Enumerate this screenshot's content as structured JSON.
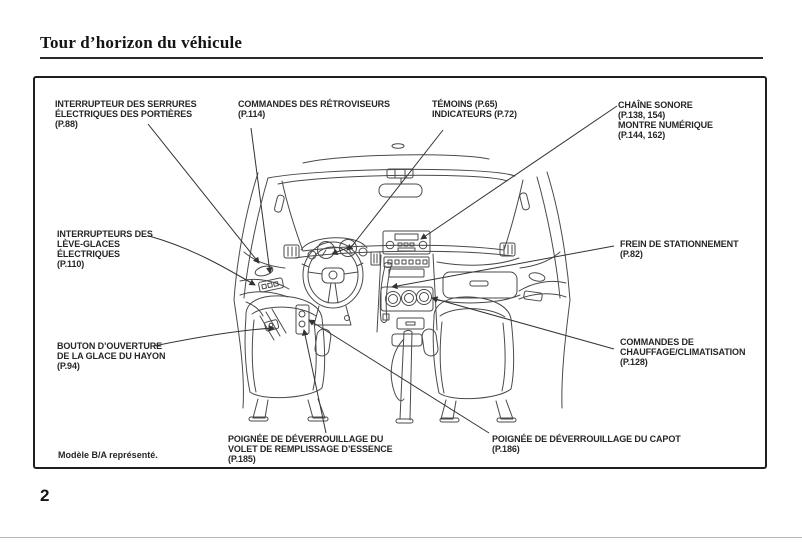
{
  "page": {
    "title": "Tour d’horizon du véhicule",
    "page_number": "2",
    "model_note": "Modèle B/A représenté.",
    "colors": {
      "ink": "#1f1f1f",
      "line_art": "#4a4a4a",
      "leader": "#333333",
      "background": "#ffffff"
    }
  },
  "diagram": {
    "name": "vehicle-interior-front-cabin-line-drawing"
  },
  "callouts": {
    "door_locks": {
      "lines": [
        "INTERRUPTEUR DES SERRURES",
        "ÉLECTRIQUES DES PORTIÈRES",
        "(P.88)"
      ]
    },
    "mirrors": {
      "lines": [
        "COMMANDES DES RÉTROVISEURS",
        "(P.114)"
      ]
    },
    "indicators": {
      "lines": [
        "TÉMOINS (P.65)",
        "INDICATEURS (P.72)"
      ]
    },
    "audio": {
      "lines": [
        "CHAÎNE SONORE",
        "(P.138, 154)",
        "MONTRE NUMÉRIQUE",
        "(P.144, 162)"
      ]
    },
    "windows": {
      "lines": [
        "INTERRUPTEURS DES",
        "LÈVE-GLACES",
        "ÉLECTRIQUES",
        "(P.110)"
      ]
    },
    "parking_brake": {
      "lines": [
        "FREIN DE STATIONNEMENT",
        "(P.82)"
      ]
    },
    "tailgate_glass": {
      "lines": [
        "BOUTON D’OUVERTURE",
        "DE LA GLACE DU HAYON",
        "(P.94)"
      ]
    },
    "climate": {
      "lines": [
        "COMMANDES DE",
        "CHAUFFAGE/CLIMATISATION",
        "(P.128)"
      ]
    },
    "fuel_filler": {
      "lines": [
        "POIGNÉE DE DÉVERROUILLAGE DU",
        "VOLET DE REMPLISSAGE D’ESSENCE",
        "(P.185)"
      ]
    },
    "hood": {
      "lines": [
        "POIGNÉE DE DÉVERROUILLAGE DU CAPOT",
        "(P.186)"
      ]
    }
  }
}
